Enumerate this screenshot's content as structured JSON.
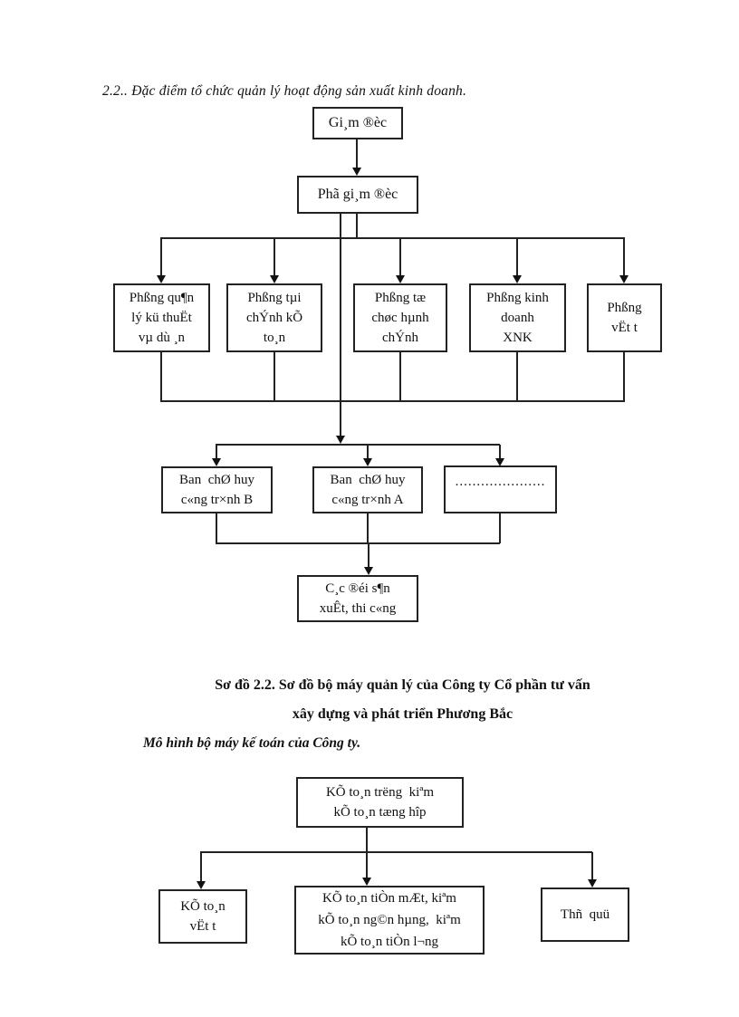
{
  "page": {
    "section_heading": "2.2.. Đặc điểm tổ chức quản lý hoạt động sản xuất kinh doanh.",
    "caption_line1": "Sơ đồ 2.2. Sơ đồ bộ máy quản lý của Công ty Cổ phần tư vấn",
    "caption_line2": "xây dựng và phát triển Phương Bắc",
    "subheading": "Mô hình bộ máy kế toán của Công ty."
  },
  "org_chart": {
    "director": "Gi¸m ®èc",
    "deputy_director": "Phã gi¸m ®èc",
    "departments": [
      {
        "label": "Phßng qu¶n\nlý kü thuËt\nvµ dù ¸n"
      },
      {
        "label": "Phßng tµi\nchÝnh kÕ\nto¸n"
      },
      {
        "label": "Phßng tæ\nchøc hµnh\nchÝnh"
      },
      {
        "label": "Phßng kinh\ndoanh\nXNK"
      },
      {
        "label": "Phßng\nvËt t"
      }
    ],
    "site_boards": [
      {
        "label": "Ban  chØ huy\nc«ng tr×nh B"
      },
      {
        "label": "Ban  chØ huy\nc«ng tr×nh A"
      },
      {
        "label": "....................."
      }
    ],
    "production_teams": "C¸c ®éi s¶n\nxuÊt, thi c«ng"
  },
  "accounting_chart": {
    "chief": "KÕ to¸n trëng  kiªm\nkÕ to¸n tæng hîp",
    "members": [
      {
        "label": "KÕ to¸n\nvËt t"
      },
      {
        "label": "KÕ to¸n tiÒn mÆt, kiªm\nkÕ to¸n ng©n hµng,  kiªm\nkÕ to¸n tiÒn l¬ng"
      },
      {
        "label": "Thñ  quü"
      }
    ]
  }
}
